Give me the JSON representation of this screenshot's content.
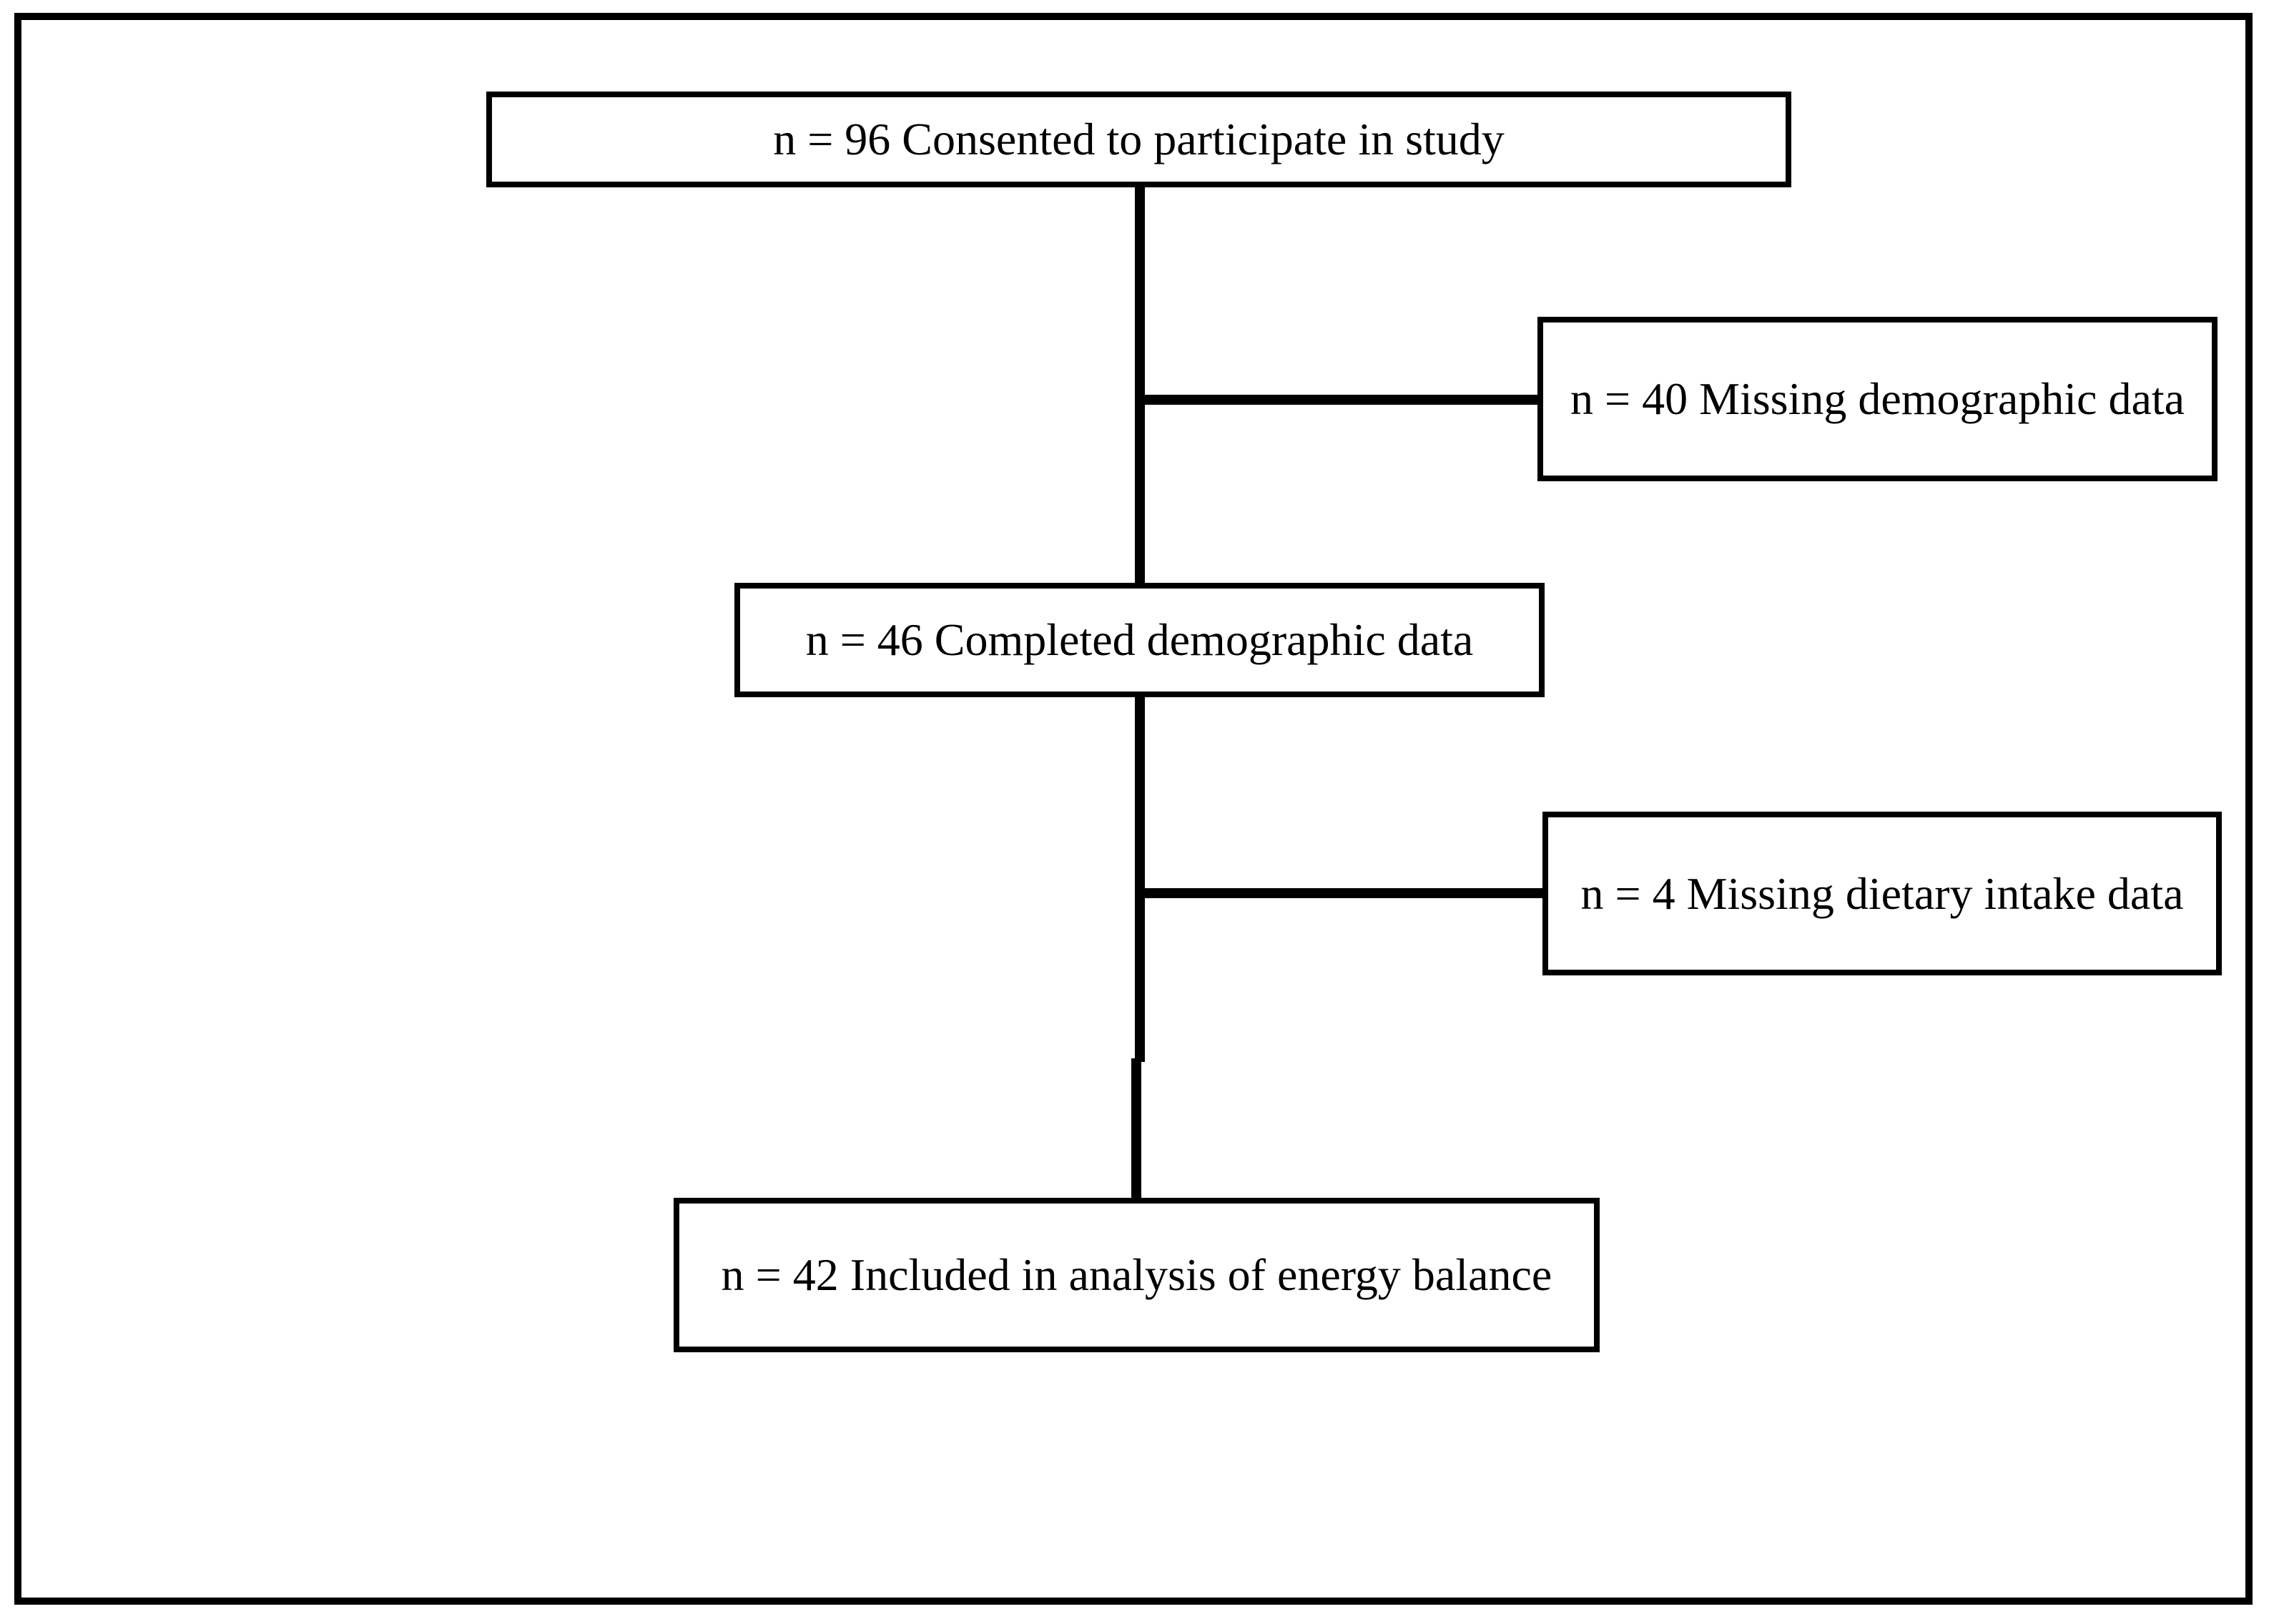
{
  "flowchart": {
    "steps": [
      {
        "id": "consented",
        "text": "n = 96 Consented to participate in study"
      },
      {
        "id": "missing_demographic",
        "text": "n = 40 Missing demographic data"
      },
      {
        "id": "completed_demographic",
        "text": "n = 46 Completed demographic data"
      },
      {
        "id": "missing_dietary",
        "text": "n = 4 Missing dietary intake data"
      },
      {
        "id": "included",
        "text": "n = 42 Included in analysis of energy balance"
      }
    ],
    "edges": [
      {
        "from": "consented",
        "to": "completed_demographic"
      },
      {
        "from": "consented",
        "to": "missing_demographic",
        "type": "exclusion"
      },
      {
        "from": "completed_demographic",
        "to": "included"
      },
      {
        "from": "completed_demographic",
        "to": "missing_dietary",
        "type": "exclusion"
      }
    ]
  }
}
